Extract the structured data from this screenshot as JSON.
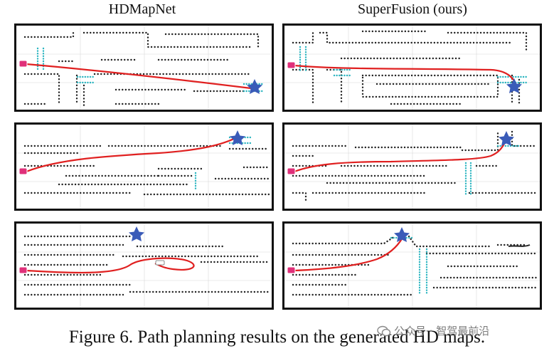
{
  "titles": {
    "left": "HDMapNet",
    "right": "SuperFusion (ours)"
  },
  "caption": "Figure 6. Path planning results on the generated HD maps.",
  "watermark": "公众号 · 智驾最前沿",
  "colors": {
    "path": "#e02020",
    "star": "#3a5bb8",
    "car": "#e0307a",
    "map_dots": "#222222",
    "crossing": "#2bb5c0",
    "grid": "#d8d8d8"
  }
}
